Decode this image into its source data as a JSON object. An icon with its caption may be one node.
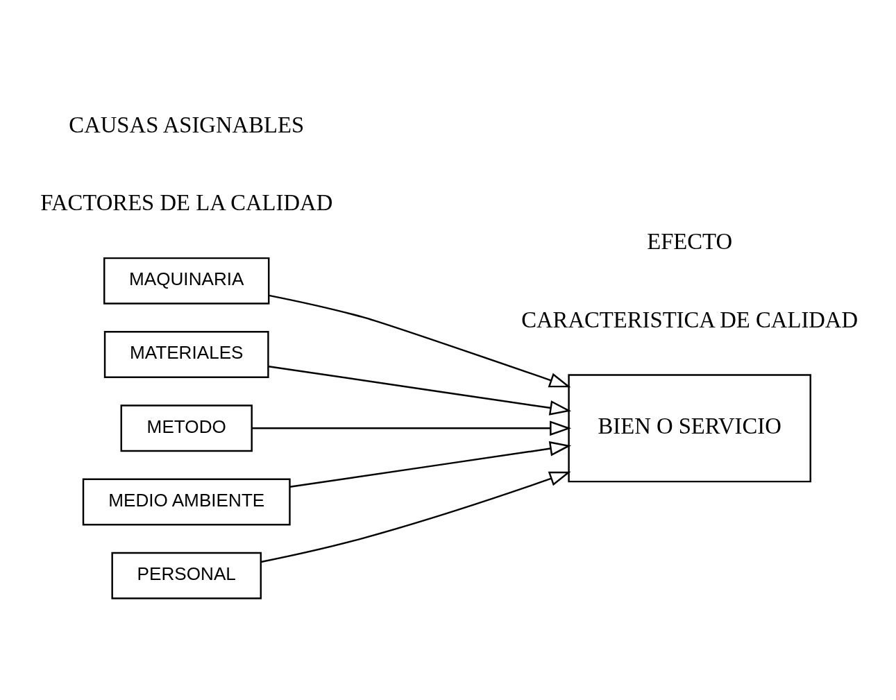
{
  "diagram": {
    "nodes": [
      {
        "text": [
          "MAQUINARIA"
        ]
      },
      {
        "text": [
          "MATERIALES"
        ]
      },
      {
        "text": [
          "METODO"
        ]
      },
      {
        "text": [
          "MEDIO AMBIENTE"
        ]
      },
      {
        "text": [
          "PERSONAL"
        ]
      },
      {
        "text": [
          "BIEN O SERVICIO"
        ]
      }
    ],
    "edges": [
      {
        "from": 0,
        "to": 5,
        "arrow": "to"
      },
      {
        "from": 1,
        "to": 5,
        "arrow": "to"
      },
      {
        "from": 2,
        "to": 5,
        "arrow": "to"
      },
      {
        "from": 3,
        "to": 5,
        "arrow": "to"
      },
      {
        "from": 4,
        "to": 5,
        "arrow": "to"
      }
    ],
    "labels": [
      "FACTORES DE LA CALIDAD",
      "CARACTERISTICA DE CALIDAD",
      "CAUSAS ASIGNABLES",
      "EFECTO"
    ]
  }
}
